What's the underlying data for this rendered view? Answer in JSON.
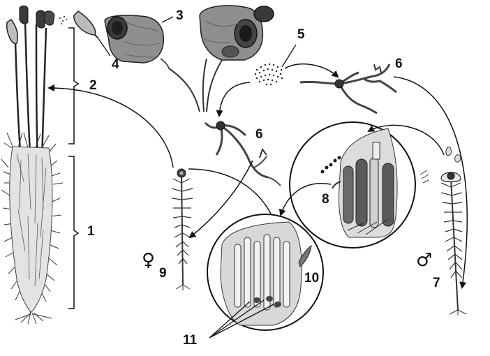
{
  "labels": {
    "l1": "1",
    "l2": "2",
    "l3": "3",
    "l4": "4",
    "l5": "5",
    "l6a": "6",
    "l6b": "6",
    "l7": "7",
    "l8": "8",
    "l9": "9",
    "l10": "10",
    "l11": "11"
  },
  "symbols": {
    "female": "♀",
    "male": "♂"
  },
  "colors": {
    "ink": "#111111",
    "dark": "#2b2b2b",
    "mid": "#5a5a5a",
    "tissue": "#d4d4d4",
    "tissue_light": "#e6e6e6",
    "capsule": "#9a9a9a"
  }
}
